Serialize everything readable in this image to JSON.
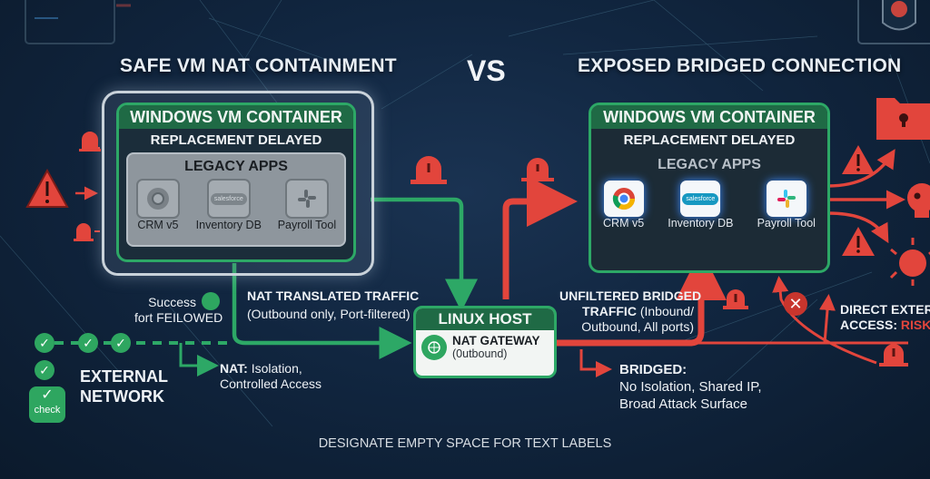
{
  "colors": {
    "safe": "#2da866",
    "danger": "#e2453c",
    "background": "#112640"
  },
  "left": {
    "title": "SAFE VM NAT CONTAINMENT",
    "vm_title": "WINDOWS VM CONTAINER",
    "vm_subtitle": "REPLACEMENT DELAYED",
    "apps_title": "LEGACY APPS",
    "apps": [
      {
        "label": "CRM v5",
        "icon": "chrome-icon"
      },
      {
        "label": "Inventory DB",
        "icon": "salesforce-icon",
        "icon_text": "salesforce"
      },
      {
        "label": "Payroll Tool",
        "icon": "slack-icon"
      }
    ],
    "success_line1": "Success",
    "success_line2": "fort FEILOWED",
    "traffic_title": "NAT TRANSLATED TRAFFIC",
    "traffic_sub": "(Outbound only, Port-filtered)",
    "nat_label_bold": "NAT:",
    "nat_label_rest": " Isolation,",
    "nat_label_line2": "Controlled Access",
    "external_line1": "EXTERNAL",
    "external_line2": "NETWORK",
    "check_label": "check"
  },
  "vs": "VS",
  "right": {
    "title": "EXPOSED BRIDGED CONNECTION",
    "vm_title": "WINDOWS VM CONTAINER",
    "vm_subtitle": "REPLACEMENT DELAYED",
    "apps_title": "LEGACY APPS",
    "apps": [
      {
        "label": "CRM v5",
        "icon": "chrome-icon"
      },
      {
        "label": "Inventory DB",
        "icon": "salesforce-icon",
        "icon_text": "salesforce"
      },
      {
        "label": "Payroll Tool",
        "icon": "slack-icon"
      }
    ],
    "traffic_line1": "UNFILTERED BRIDGED",
    "traffic_line2_bold": "TRAFFIC",
    "traffic_line2_rest": " (Inbound/",
    "traffic_line3": "Outbound, All ports)",
    "bridged_bold": "BRIDGED:",
    "bridged_line2": "No Isolation, Shared IP,",
    "bridged_line3": "Broad Attack Surface",
    "direct_line1": "DIRECT EXTER",
    "direct_line2": "ACCESS: ",
    "direct_risky": "RISKY"
  },
  "host": {
    "title": "LINUX HOST",
    "gateway_title": "NAT GATEWAY",
    "gateway_sub": "(0utbound)"
  },
  "footer": "DESIGNATE EMPTY SPACE FOR TEXT LABELS"
}
